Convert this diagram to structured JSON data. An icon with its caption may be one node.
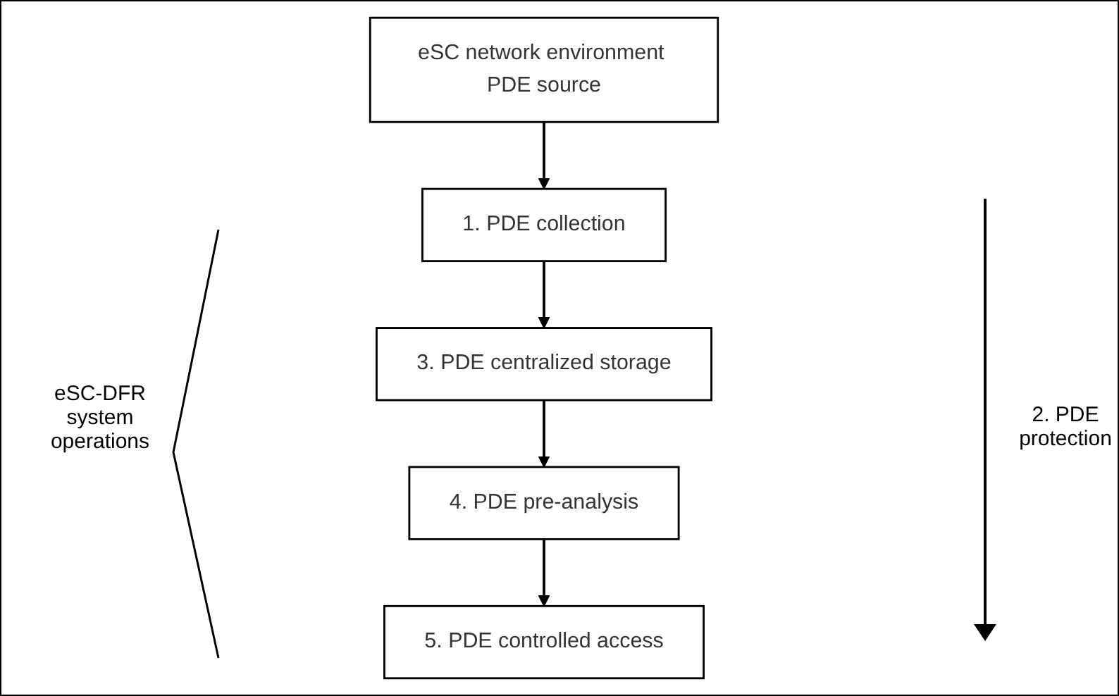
{
  "diagram": {
    "nodes": [
      {
        "text": [
          "eSC network environment PDE source"
        ]
      },
      {
        "text": [
          "1. PDE collection"
        ]
      },
      {
        "text": [
          "3. PDE centralized storage"
        ]
      },
      {
        "text": [
          "4. PDE pre-analysis"
        ]
      },
      {
        "text": [
          "5. PDE controlled access"
        ]
      }
    ],
    "edges": [
      {
        "from": 0,
        "to": 1,
        "arrow": "to"
      },
      {
        "from": 1,
        "to": 2,
        "arrow": "to"
      },
      {
        "from": 2,
        "to": 3,
        "arrow": "to"
      },
      {
        "from": 3,
        "to": 4,
        "arrow": "to"
      }
    ],
    "labels": [
      "eSC-DFR system operations",
      "2. PDE protection"
    ]
  }
}
